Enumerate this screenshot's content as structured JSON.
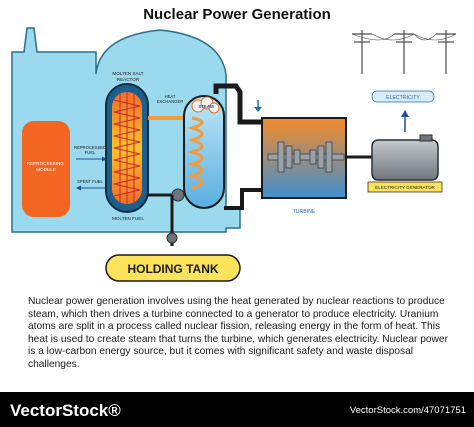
{
  "title": "Nuclear Power Generation",
  "labels": {
    "reprocessing_module": "REPROCESSING MODULE",
    "reprocessed_fuel": "REPROCESSED FUEL",
    "spent_fuel": "SPENT FUEL",
    "molten_salt_reactor": "MOLTEN SALT REACTOR",
    "heat_exchanger": "HEAT EXCHANGER",
    "steam": "STEAM",
    "molten_fuel": "MOLTEN FUEL",
    "turbine": "TURBINE",
    "electricity": "ELECTRICITY",
    "electricity_generator": "ELECTRICITY GENERATOR",
    "holding_tank": "HOLDING TANK"
  },
  "description": "Nuclear power generation involves using the heat generated by nuclear reactions to produce steam, which then drives a turbine connected to a generator to produce electricity. Uranium atoms are split in a process called nuclear fission, releasing energy in the form of heat. This heat is used to create steam that turns the turbine, which generates electricity. Nuclear power is a low-carbon energy source, but it comes with significant safety and waste disposal challenges.",
  "watermark": {
    "logo": "VectorStock®",
    "url": "VectorStock.com/47071751"
  },
  "colors": {
    "building": "#9ad9ee",
    "building_outline": "#2b6f8f",
    "module": "#f26522",
    "pipe": "#1a1a1a",
    "label_box": "#fde35a",
    "generator": "#8f979c",
    "label_text_blue": "#1e6fb5"
  }
}
